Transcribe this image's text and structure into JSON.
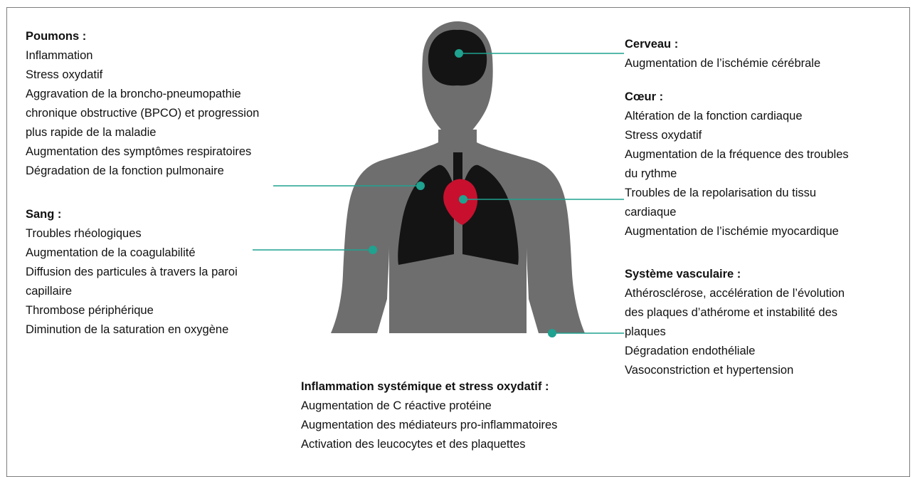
{
  "colors": {
    "body": "#6e6e6e",
    "organ": "#141414",
    "heart": "#c8102e",
    "connector": "#1fa28f",
    "frame": "#7d7d7d"
  },
  "panels": {
    "lungs": {
      "title": "Poumons :",
      "items": [
        "Inflammation",
        "Stress oxydatif",
        "Aggravation de la broncho-pneumopathie",
        "chronique obstructive (BPCO) et progression",
        "plus rapide de la maladie",
        "Augmentation des symptômes respiratoires",
        "Dégradation  de la fonction pulmonaire"
      ]
    },
    "blood": {
      "title": "Sang :",
      "items": [
        "Troubles rhéologiques",
        "Augmentation de la coagulabilité",
        "Diffusion des particules à travers la paroi",
        "capillaire",
        "Thrombose périphérique",
        "Diminution de la saturation en oxygène"
      ]
    },
    "brain": {
      "title": "Cerveau :",
      "items": [
        "Augmentation de l’ischémie cérébrale"
      ]
    },
    "heart": {
      "title": "Cœur :",
      "items": [
        "Altération de la fonction cardiaque",
        "Stress oxydatif",
        "Augmentation de la fréquence des troubles",
        "du rythme",
        "Troubles de la repolarisation du tissu",
        "cardiaque",
        "Augmentation de l’ischémie myocardique"
      ]
    },
    "vascular": {
      "title": "Système vasculaire :",
      "items": [
        "Athérosclérose, accélération de l’évolution",
        "des plaques d’athérome et instabilité des",
        "plaques",
        "Dégradation endothéliale",
        "Vasoconstriction et hypertension"
      ]
    },
    "systemic": {
      "title": "Inflammation systémique et stress oxydatif :",
      "items": [
        "Augmentation de C réactive protéine",
        "Augmentation des médiateurs pro-inflammatoires",
        "Activation des leucocytes et des plaquettes"
      ]
    }
  }
}
